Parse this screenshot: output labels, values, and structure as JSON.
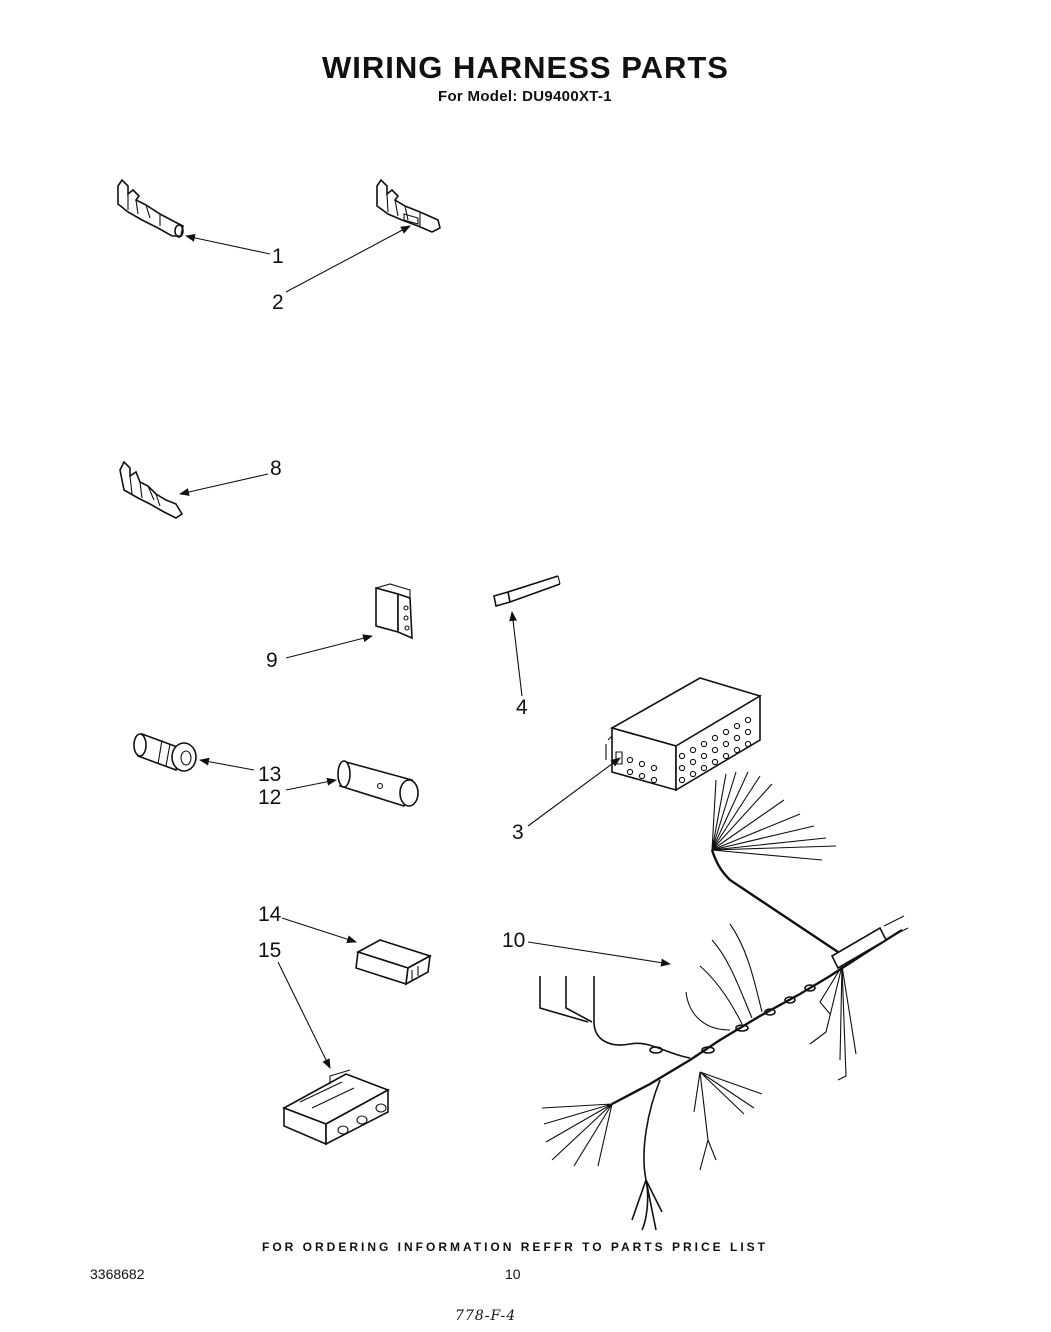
{
  "header": {
    "title": "WIRING HARNESS PARTS",
    "subtitle": "For Model: DU9400XT-1"
  },
  "callouts": [
    {
      "id": "1",
      "label": "1"
    },
    {
      "id": "2",
      "label": "2"
    },
    {
      "id": "8",
      "label": "8"
    },
    {
      "id": "9",
      "label": "9"
    },
    {
      "id": "4",
      "label": "4"
    },
    {
      "id": "13",
      "label": "13"
    },
    {
      "id": "12",
      "label": "12"
    },
    {
      "id": "3",
      "label": "3"
    },
    {
      "id": "14",
      "label": "14"
    },
    {
      "id": "15",
      "label": "15"
    },
    {
      "id": "10",
      "label": "10"
    }
  ],
  "footer": {
    "ordering_note": "FOR ORDERING INFORMATION REFFR TO PARTS PRICE LIST",
    "doc_number": "3368682",
    "page_number": "10",
    "handwritten_note": "778-F-4"
  }
}
